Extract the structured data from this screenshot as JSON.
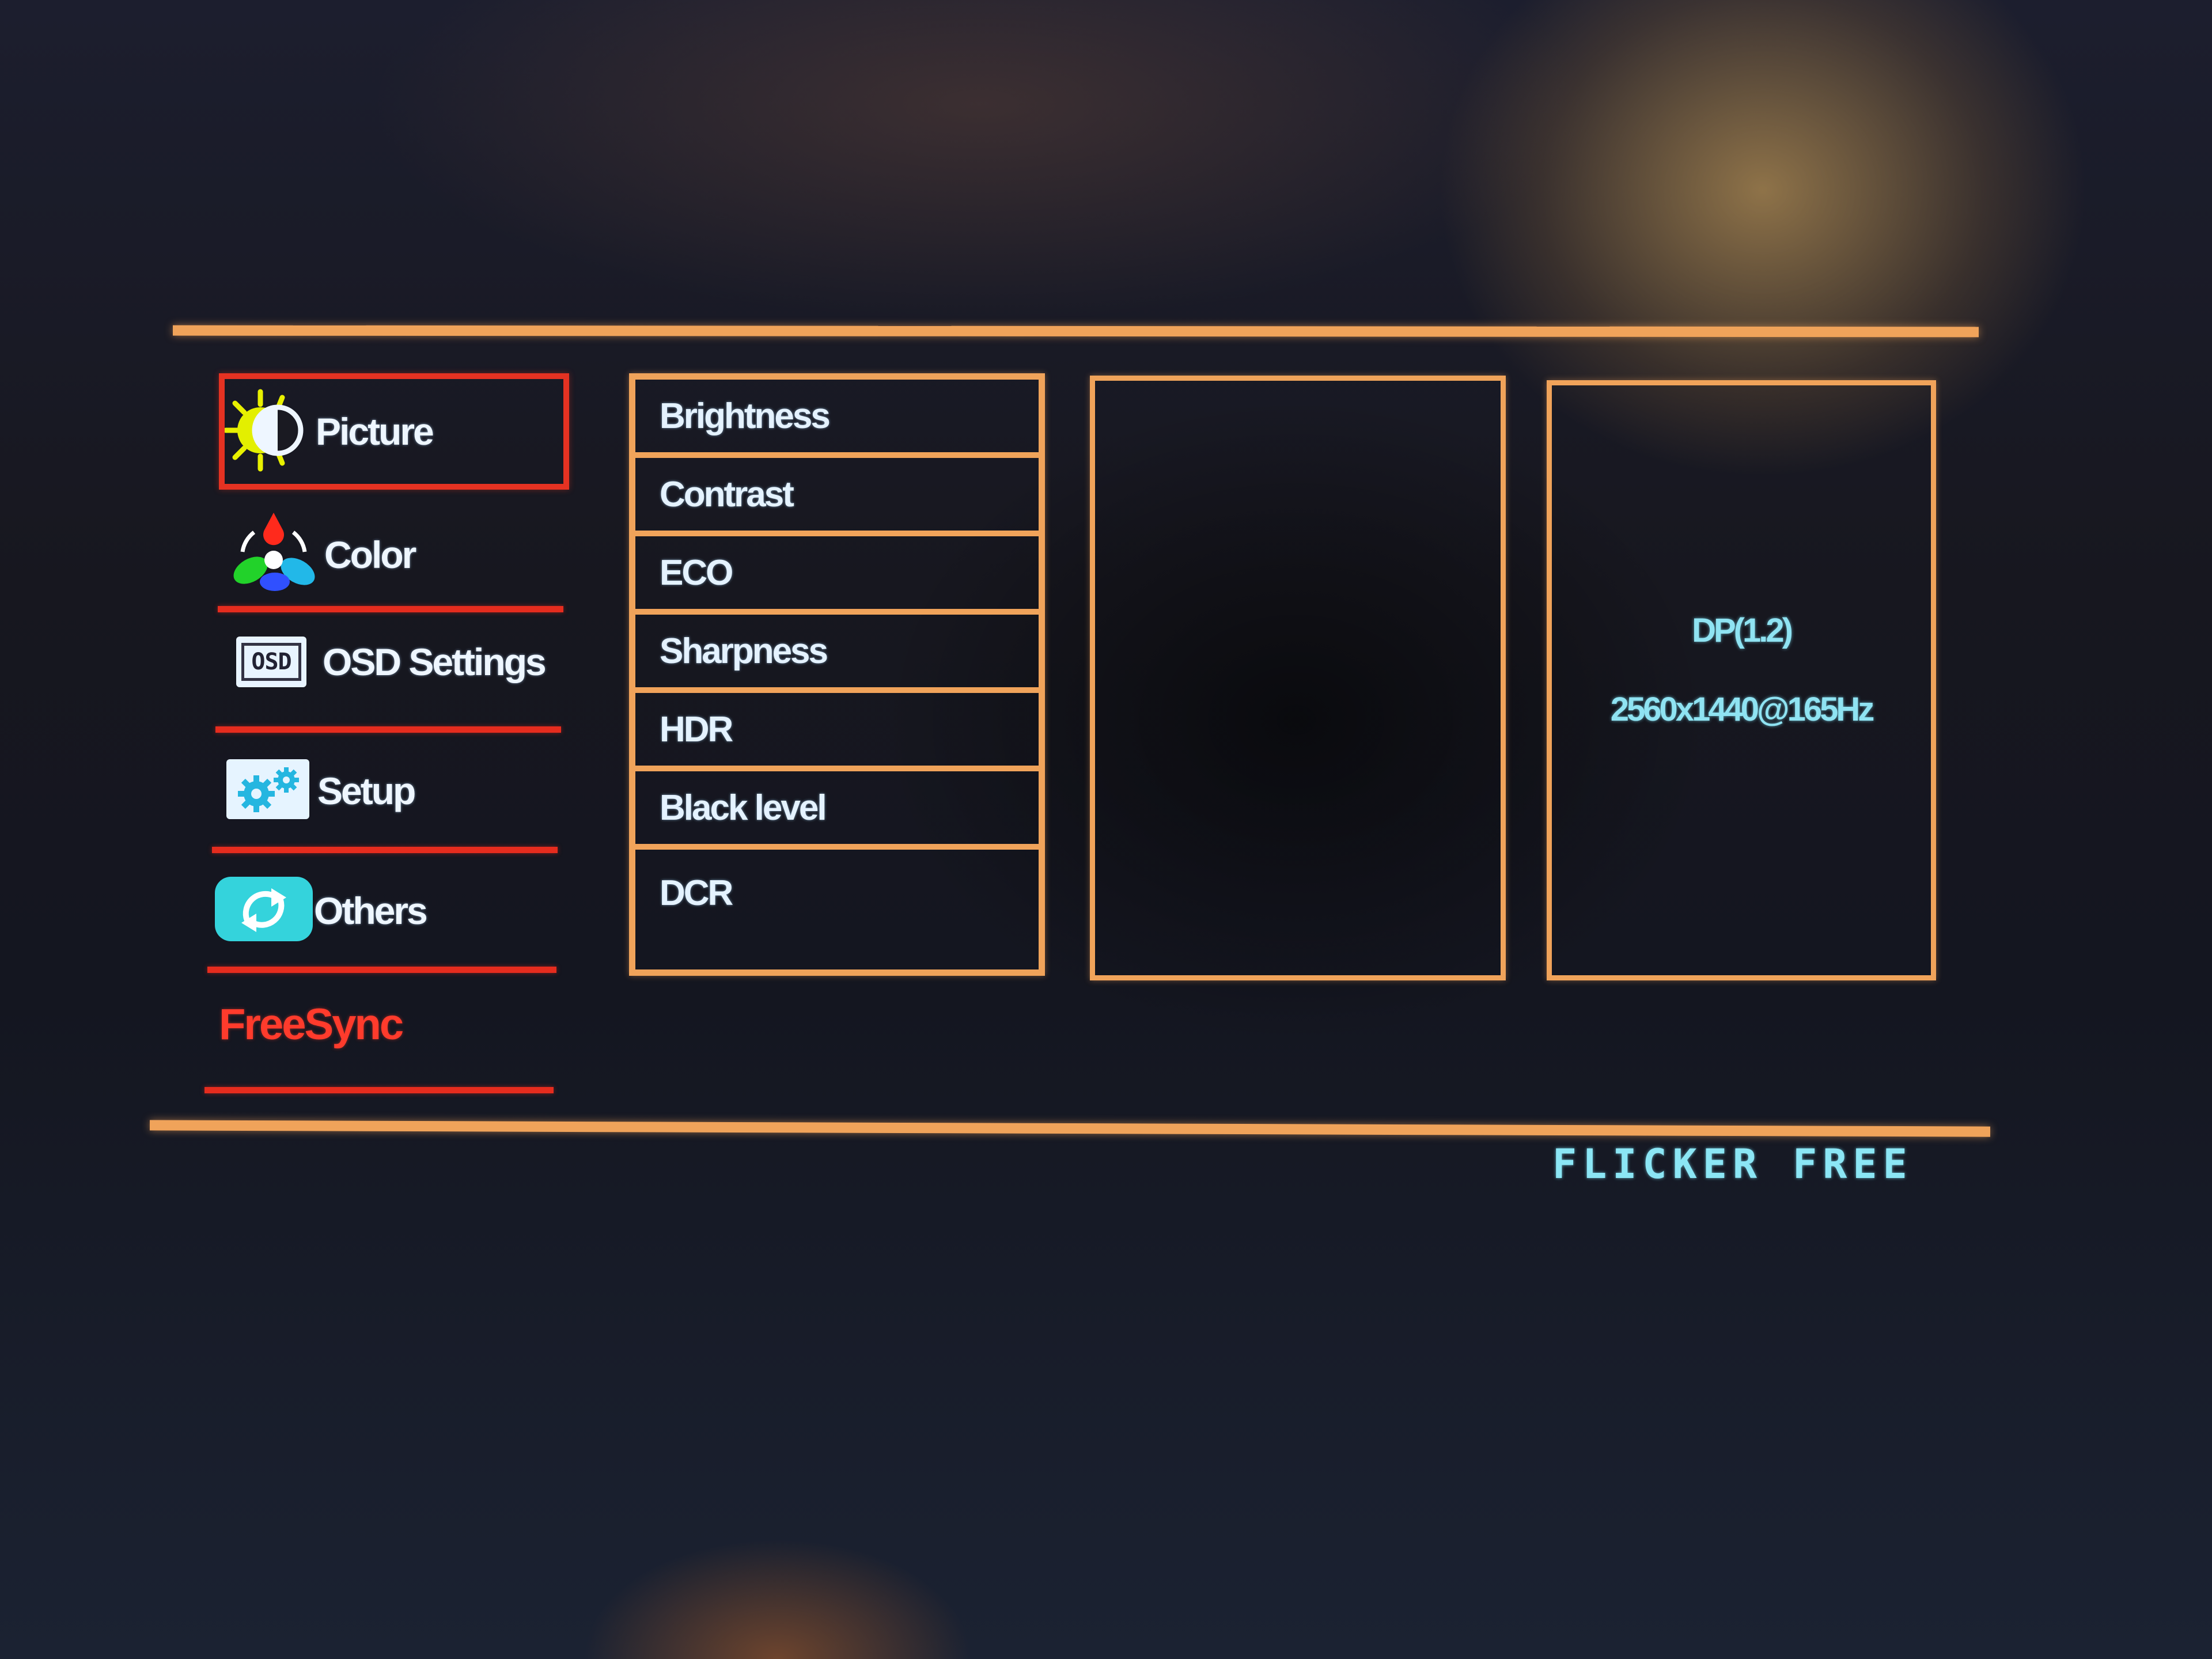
{
  "menu": {
    "items": [
      {
        "label": "Picture",
        "icon": "sun-contrast-icon",
        "selected": true
      },
      {
        "label": "Color",
        "icon": "color-drops-icon"
      },
      {
        "label": "OSD Settings",
        "icon": "osd-icon",
        "icon_text": "OSD"
      },
      {
        "label": "Setup",
        "icon": "gears-icon"
      },
      {
        "label": "Others",
        "icon": "refresh-arrows-icon"
      }
    ],
    "freesync": "FreeSync"
  },
  "submenu": {
    "items": [
      "Brightness",
      "Contrast",
      "ECO",
      "Sharpness",
      "HDR",
      "Black level",
      "DCR"
    ]
  },
  "info": {
    "input": "DP(1.2)",
    "resolution": "2560x1440@165Hz"
  },
  "badge": "FLICKER FREE",
  "colors": {
    "frame_orange": "#f0a35a",
    "selection_red": "#e53222",
    "info_cyan": "#8fe3f2"
  }
}
